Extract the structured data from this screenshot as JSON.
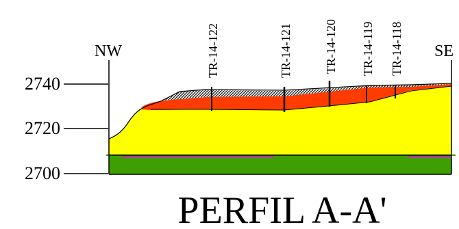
{
  "title": "PERFIL A-A'",
  "orientation": {
    "left": "NW",
    "right": "SE"
  },
  "y_axis": {
    "ticks": [
      "2740",
      "2720",
      "2700"
    ]
  },
  "boreholes": [
    {
      "label": "TR-14-122"
    },
    {
      "label": "TR-14-121"
    },
    {
      "label": "TR-14-120"
    },
    {
      "label": "TR-14-119"
    },
    {
      "label": "TR-14-118"
    }
  ],
  "layers": [
    {
      "name": "fill-layer",
      "color": "#e9e9e9"
    },
    {
      "name": "red-layer",
      "color": "#ff3b00"
    },
    {
      "name": "yellow-layer",
      "color": "#ffff00"
    },
    {
      "name": "green-layer",
      "color": "#3f9f00"
    }
  ],
  "colors": {
    "water_line": "#3f9f00",
    "magenta_line": "#ff00ff",
    "outline": "#000000"
  }
}
